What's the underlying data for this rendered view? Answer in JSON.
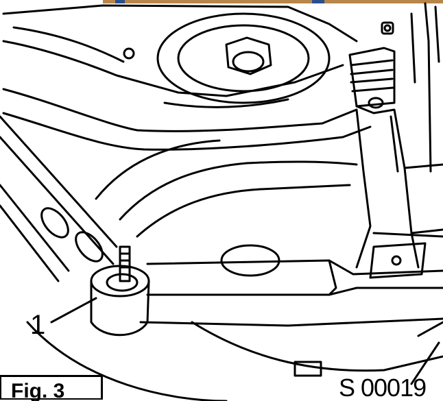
{
  "figure": {
    "label": "Fig. 3",
    "reference_code": "S 00019",
    "callouts": [
      {
        "number": "1"
      }
    ]
  },
  "colors": {
    "line": "#000000",
    "background": "#ffffff",
    "top_strip": "#b8864a",
    "top_strip_accent": "#2a4f8f"
  }
}
